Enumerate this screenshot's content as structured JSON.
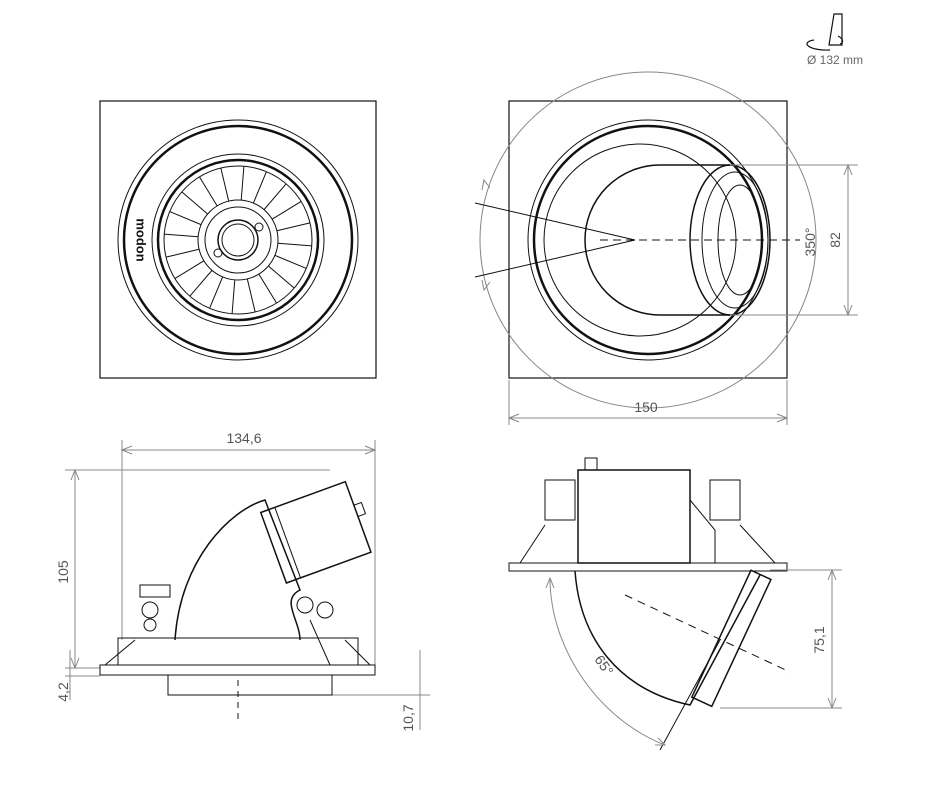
{
  "header": {
    "mounting_hole_label": "Ø 132 mm",
    "mounting_icon": "ceiling-cutout-icon"
  },
  "logo_text": "modon",
  "top_right_view": {
    "angle_rotation": "350°",
    "lamp_diameter": "82",
    "width": "150"
  },
  "side_view": {
    "width": "134,6",
    "height": "105",
    "flange": "4,2",
    "recess": "10,7"
  },
  "tilt_view": {
    "tilt_angle": "65°",
    "depth": "75,1"
  },
  "colors": {
    "line": "#111111",
    "dimension": "#888888"
  }
}
